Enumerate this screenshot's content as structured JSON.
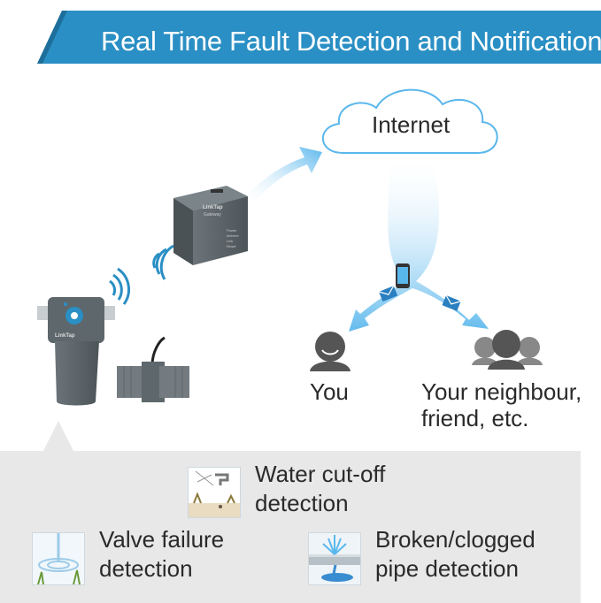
{
  "header": {
    "title": "Real Time Fault Detection and Notifications",
    "banner_color": "#2a8fc4"
  },
  "diagram": {
    "cloud_label": "Internet",
    "recipient_you": "You",
    "recipient_others_line1": "Your neighbour,",
    "recipient_others_line2": "friend, etc.",
    "arrow_color": "#5ab7ec",
    "device_color": "#5b6469",
    "brand_text": "LinkTap",
    "gateway_lines": [
      "Gateway",
      "Power",
      "Internet",
      "Link",
      "Reset"
    ]
  },
  "features": {
    "water_cutoff": {
      "line1": "Water cut-off",
      "line2": "detection"
    },
    "valve_failure": {
      "line1": "Valve failure",
      "line2": "detection"
    },
    "broken_pipe": {
      "line1": "Broken/clogged",
      "line2": "pipe detection"
    }
  }
}
